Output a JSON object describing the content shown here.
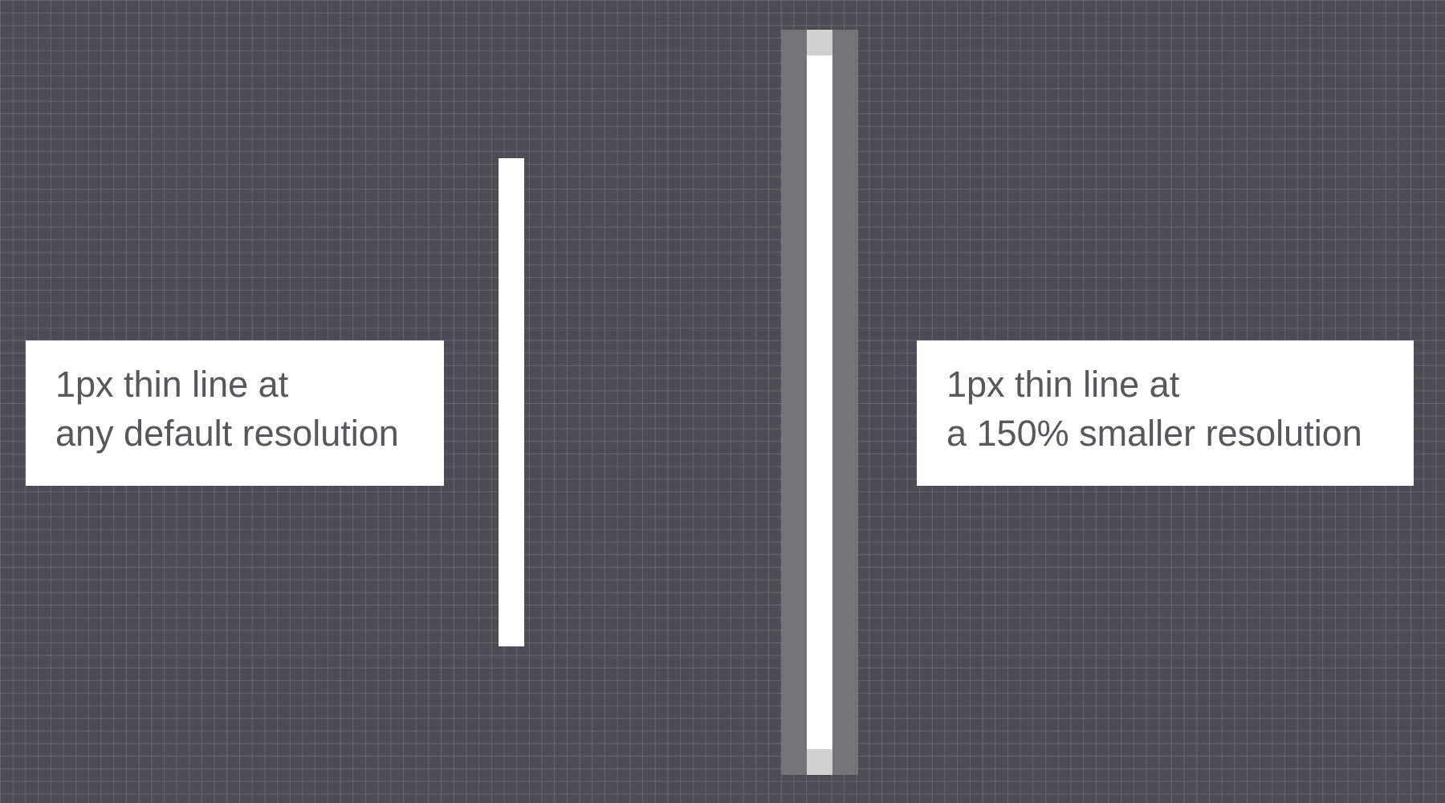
{
  "labels": {
    "left": {
      "line1": "1px thin line at",
      "line2": "any default resolution"
    },
    "right": {
      "line1": "1px thin line at",
      "line2": "a 150% smaller resolution"
    }
  },
  "colors": {
    "background": "#4d4c52",
    "grid_line": "#6a696e",
    "line": "#ffffff",
    "line_halo": "#747377",
    "line_cap": "#d0d0d0",
    "label_background": "#ffffff",
    "label_text": "#58575c"
  }
}
